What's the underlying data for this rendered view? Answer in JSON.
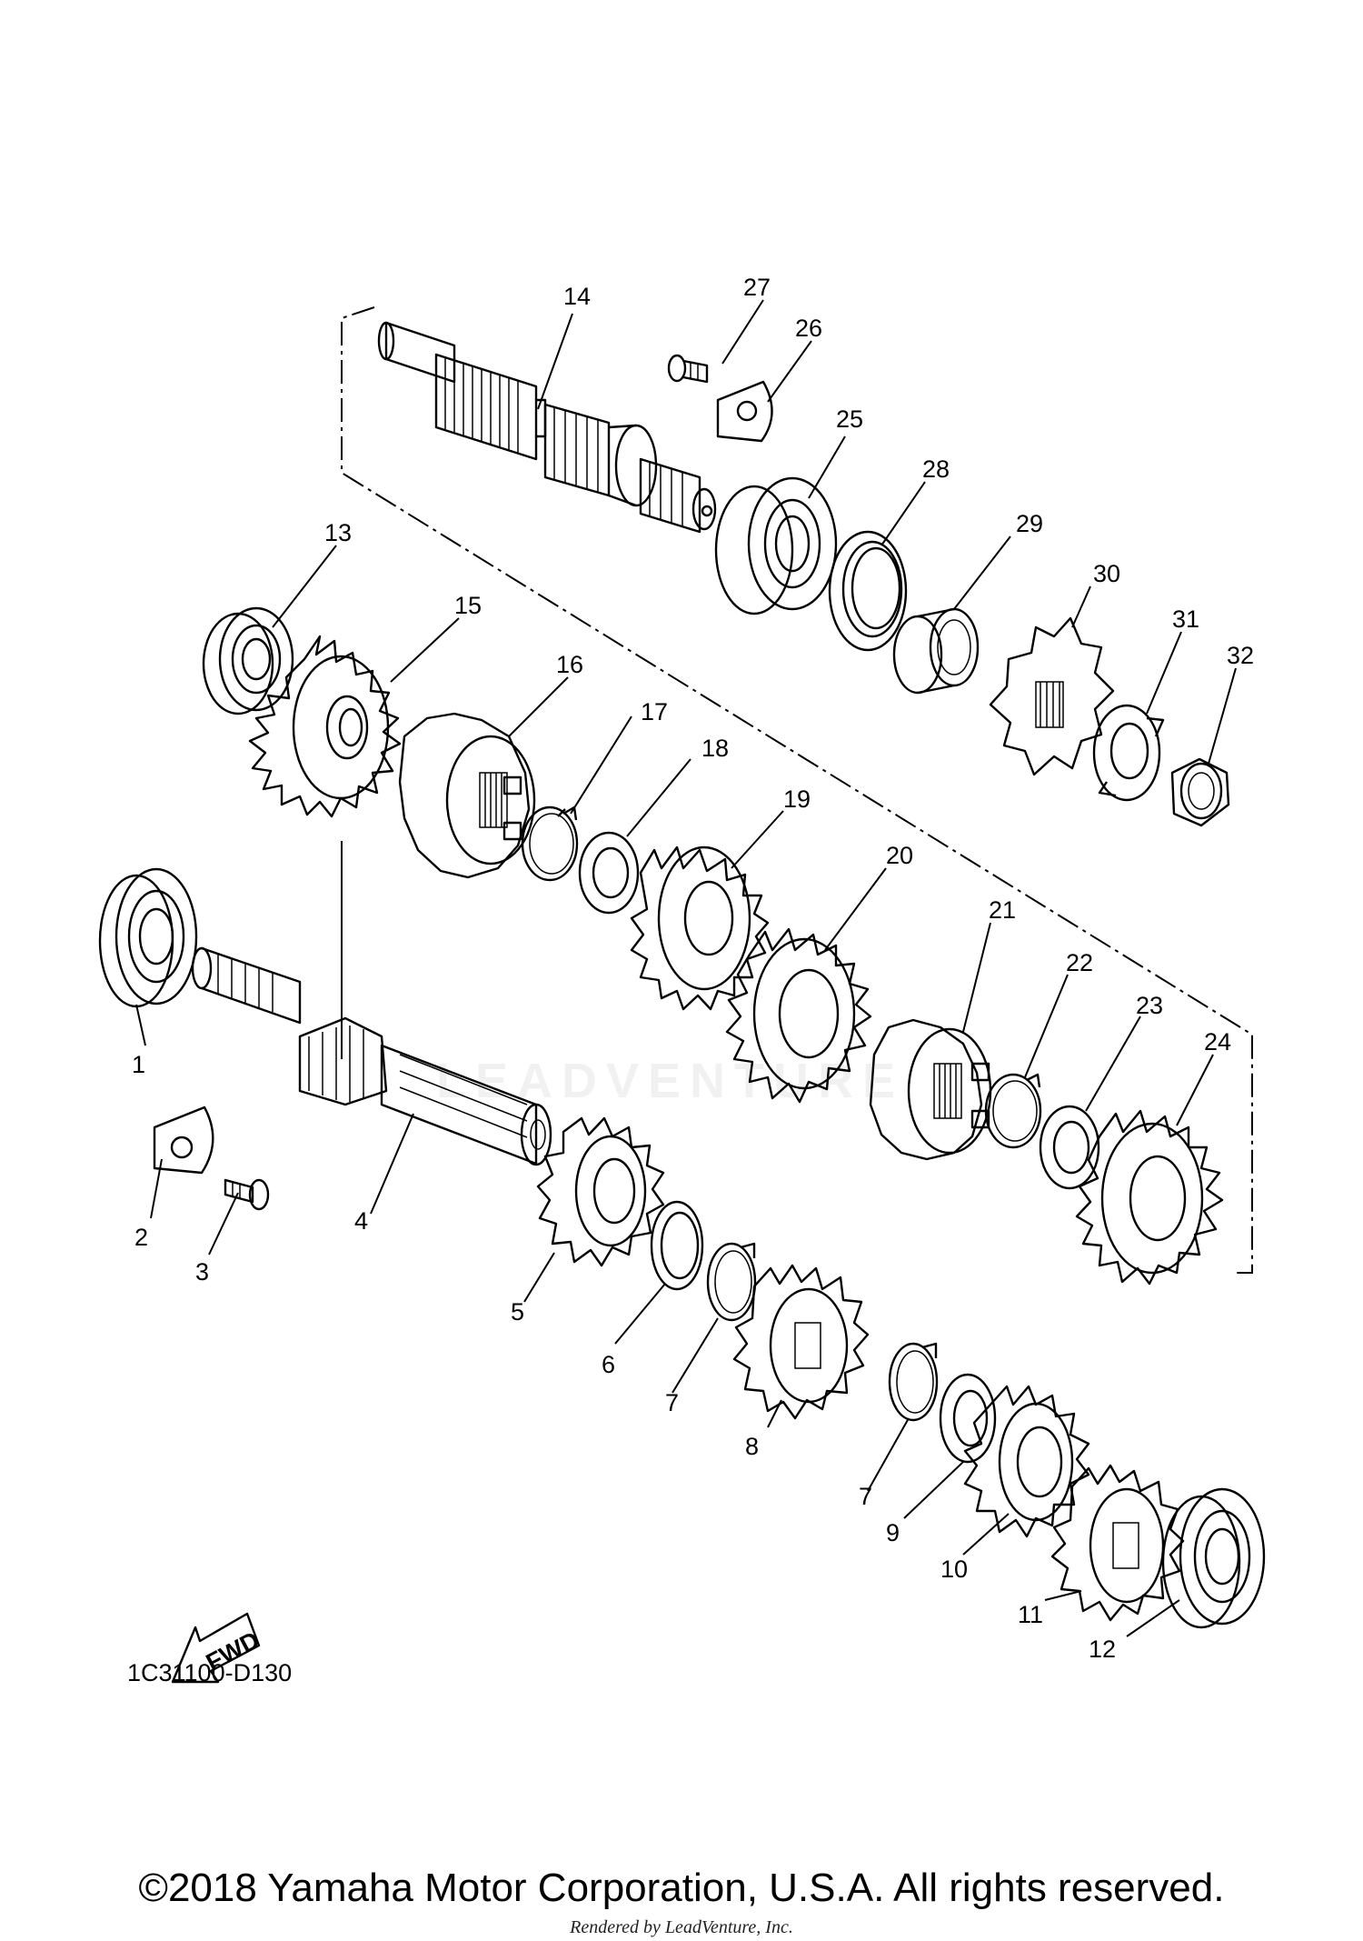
{
  "diagram": {
    "code": "1C31100-D130",
    "fwd_label": "FWD",
    "watermark": "LEADVENTURE",
    "copyright": "©2018 Yamaha Motor Corporation, U.S.A. All rights reserved.",
    "rendered_by": "Rendered by LeadVenture, Inc."
  },
  "parts": [
    {
      "ref": "1",
      "name": "bearing"
    },
    {
      "ref": "2",
      "name": "plate"
    },
    {
      "ref": "3",
      "name": "screw"
    },
    {
      "ref": "4",
      "name": "main-axle"
    },
    {
      "ref": "5",
      "name": "gear"
    },
    {
      "ref": "6",
      "name": "washer"
    },
    {
      "ref": "7",
      "name": "circlip"
    },
    {
      "ref": "8",
      "name": "gear"
    },
    {
      "ref": "9",
      "name": "washer"
    },
    {
      "ref": "10",
      "name": "gear"
    },
    {
      "ref": "11",
      "name": "gear"
    },
    {
      "ref": "12",
      "name": "bearing"
    },
    {
      "ref": "13",
      "name": "bearing"
    },
    {
      "ref": "14",
      "name": "drive-axle"
    },
    {
      "ref": "15",
      "name": "gear"
    },
    {
      "ref": "16",
      "name": "gear"
    },
    {
      "ref": "17",
      "name": "circlip"
    },
    {
      "ref": "18",
      "name": "washer"
    },
    {
      "ref": "19",
      "name": "gear"
    },
    {
      "ref": "20",
      "name": "gear"
    },
    {
      "ref": "21",
      "name": "gear"
    },
    {
      "ref": "22",
      "name": "circlip"
    },
    {
      "ref": "23",
      "name": "washer"
    },
    {
      "ref": "24",
      "name": "gear"
    },
    {
      "ref": "25",
      "name": "bearing"
    },
    {
      "ref": "26",
      "name": "plate"
    },
    {
      "ref": "27",
      "name": "screw"
    },
    {
      "ref": "28",
      "name": "oil-seal"
    },
    {
      "ref": "29",
      "name": "collar"
    },
    {
      "ref": "30",
      "name": "sprocket"
    },
    {
      "ref": "31",
      "name": "lock-washer"
    },
    {
      "ref": "32",
      "name": "nut"
    }
  ]
}
